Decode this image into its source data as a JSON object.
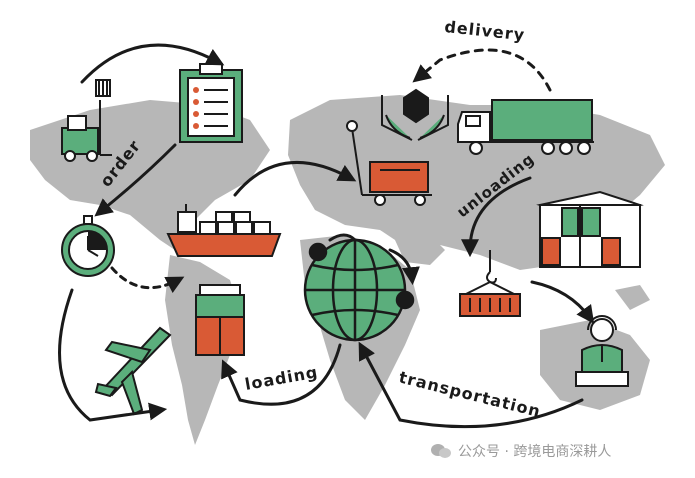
{
  "labels": {
    "order": "order",
    "delivery": "delivery",
    "unloading": "unloading",
    "loading": "loading",
    "transportation": "transportation"
  },
  "watermark": {
    "text": "公众号 · 跨境电商深耕人",
    "icon": "wechat-icon"
  },
  "colors": {
    "map": "#b7b7b7",
    "green": "#5bae7c",
    "red": "#d95a35",
    "ink": "#1a1a1a"
  }
}
